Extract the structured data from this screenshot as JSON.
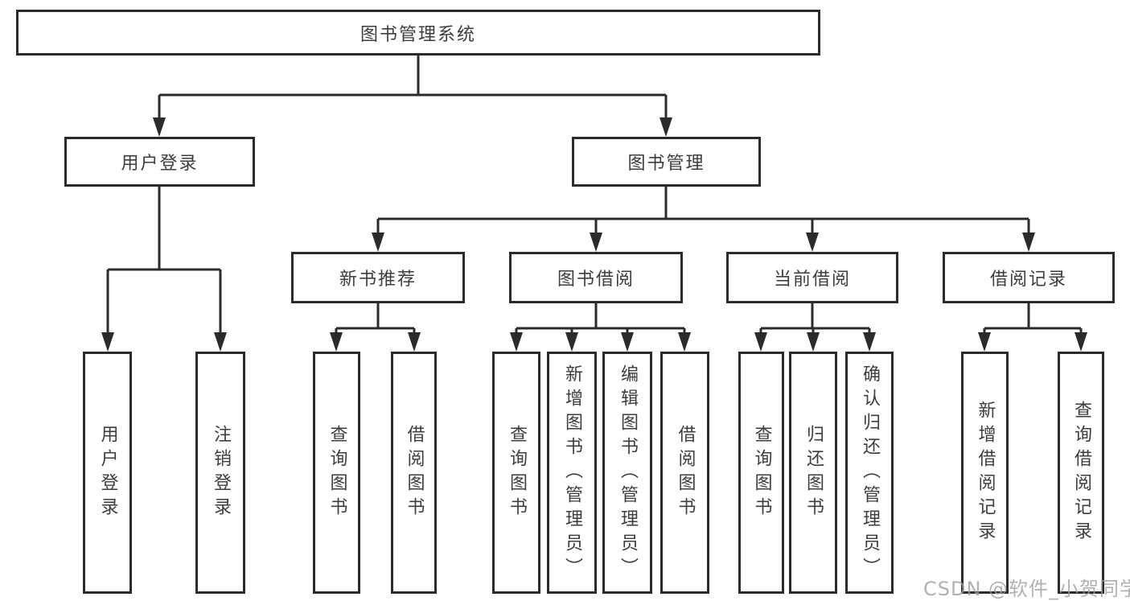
{
  "root": {
    "label": "图书管理系统"
  },
  "branches": [
    {
      "label": "用户登录",
      "children": [
        {
          "label": "用户登录"
        },
        {
          "label": "注销登录"
        }
      ]
    },
    {
      "label": "图书管理",
      "children": [
        {
          "label": "新书推荐",
          "children": [
            {
              "label": "查询图书"
            },
            {
              "label": "借阅图书"
            }
          ]
        },
        {
          "label": "图书借阅",
          "children": [
            {
              "label": "查询图书"
            },
            {
              "label": "新增图书（管理员）"
            },
            {
              "label": "编辑图书（管理员）"
            },
            {
              "label": "借阅图书"
            }
          ]
        },
        {
          "label": "当前借阅",
          "children": [
            {
              "label": "查询图书"
            },
            {
              "label": "归还图书"
            },
            {
              "label": "确认归还（管理员）"
            }
          ]
        },
        {
          "label": "借阅记录",
          "children": [
            {
              "label": "新增借阅记录"
            },
            {
              "label": "查询借阅记录"
            }
          ]
        }
      ]
    }
  ],
  "watermark": "CSDN @软件_小贺同学",
  "colors": {
    "line": "#2b2b2b",
    "text": "#3d3d3d",
    "watermark": "#9e9e9e",
    "background": "#ffffff"
  }
}
